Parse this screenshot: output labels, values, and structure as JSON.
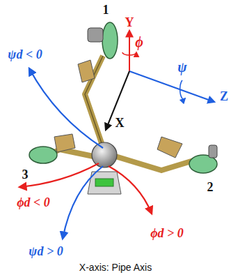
{
  "diagram": {
    "caption": "X-axis: Pipe Axis",
    "labels": [
      "1",
      "Y",
      "ϕ",
      "ψ",
      "Z",
      "ψd < 0",
      "X",
      "3",
      "2",
      "ϕd < 0",
      "ϕd > 0",
      "ψd > 0"
    ]
  }
}
